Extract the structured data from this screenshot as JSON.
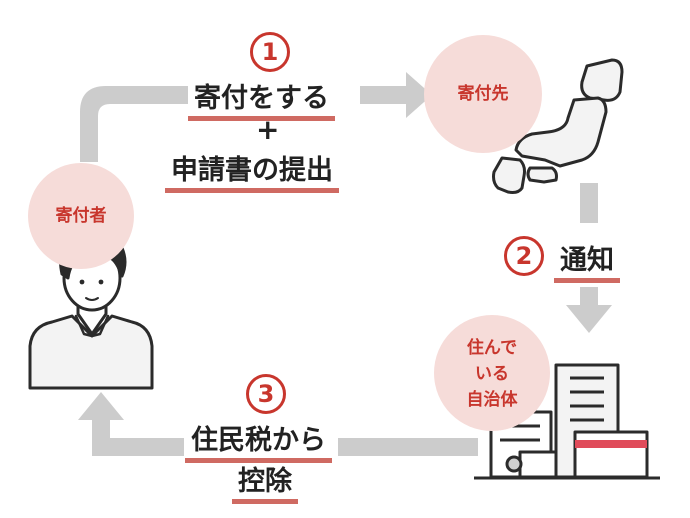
{
  "steps": {
    "step1": {
      "number": "1",
      "line1": "寄付をする",
      "plus": "+",
      "line2": "申請書の提出"
    },
    "step2": {
      "number": "2",
      "label": "通知"
    },
    "step3": {
      "number": "3",
      "line1": "住民税から",
      "line2": "控除"
    }
  },
  "roles": {
    "donor": "寄付者",
    "recipient": "寄付先",
    "municipality_line1": "住んで",
    "municipality_line2": "いる",
    "municipality_line3": "自治体"
  },
  "colors": {
    "accent": "#c8362d",
    "underline": "#cf6a62",
    "bubble": "#f6dcd9",
    "arrow": "#cccccc",
    "outline": "#2b2b2b"
  }
}
